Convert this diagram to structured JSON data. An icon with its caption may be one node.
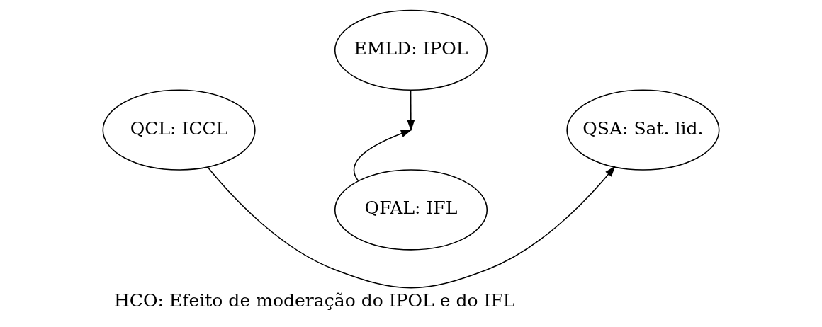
{
  "diagram": {
    "caption": "HCO: Efeito de moderação do IPOL e do IFL",
    "nodes": [
      {
        "text": [
          "EMLD: IPOL"
        ]
      },
      {
        "text": [
          "QCL: ICCL"
        ]
      },
      {
        "text": [
          "QSA: Sat. lid."
        ]
      },
      {
        "text": [
          "QFAL: IFL"
        ]
      }
    ],
    "edges": [
      {
        "from": 1,
        "to": 2,
        "arrow": "to"
      },
      {
        "from": 0,
        "to": null,
        "arrow": "to"
      },
      {
        "from": 3,
        "to": null,
        "arrow": "to"
      }
    ]
  }
}
